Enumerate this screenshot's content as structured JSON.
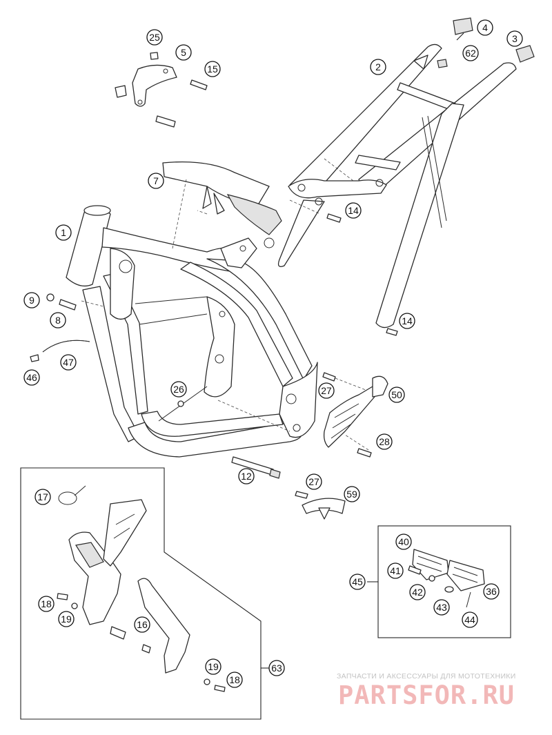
{
  "callouts": {
    "c1": "1",
    "c2": "2",
    "c3": "3",
    "c4": "4",
    "c5": "5",
    "c7": "7",
    "c8": "8",
    "c9": "9",
    "c12": "12",
    "c14a": "14",
    "c14b": "14",
    "c15": "15",
    "c16": "16",
    "c17": "17",
    "c18a": "18",
    "c18b": "18",
    "c19a": "19",
    "c19b": "19",
    "c25": "25",
    "c26": "26",
    "c27a": "27",
    "c27b": "27",
    "c28": "28",
    "c36": "36",
    "c40": "40",
    "c41": "41",
    "c42": "42",
    "c43": "43",
    "c44": "44",
    "c45": "45",
    "c46": "46",
    "c47": "47",
    "c50": "50",
    "c59": "59",
    "c62": "62",
    "c63": "63"
  },
  "watermark": {
    "tagline": "ЗАПЧАСТИ И АКСЕССУАРЫ ДЛЯ МОТОТЕХНИКИ",
    "logo": "PARTSFOR.RU"
  }
}
